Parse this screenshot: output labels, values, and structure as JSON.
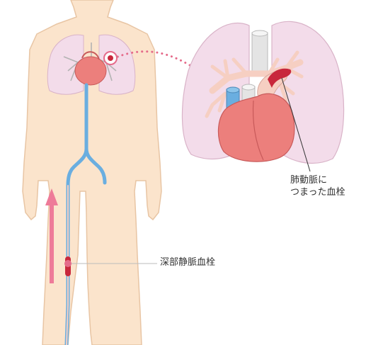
{
  "labels": {
    "pulmonary_embolism_line1": "肺動脈に",
    "pulmonary_embolism_line2": "つまった血栓",
    "deep_vein_thrombosis": "深部静脈血栓"
  },
  "colors": {
    "skin": "#fbe4cc",
    "skin_outline": "#e8c5a4",
    "lung": "#f3dcea",
    "lung_outline": "#d9b3c8",
    "heart": "#ec7f7c",
    "heart_outline": "#c85a5a",
    "vein_blue": "#6aaee0",
    "artery_pink": "#f6cfc2",
    "clot": "#c8283c",
    "callout_dots": "#e56b8a",
    "flow_arrow": "#ee7b99",
    "aorta_gray": "#e4e4e4"
  },
  "icons": {
    "flow_arrow": "up-arrow-icon",
    "clot_marker": "clot-dot-icon"
  }
}
